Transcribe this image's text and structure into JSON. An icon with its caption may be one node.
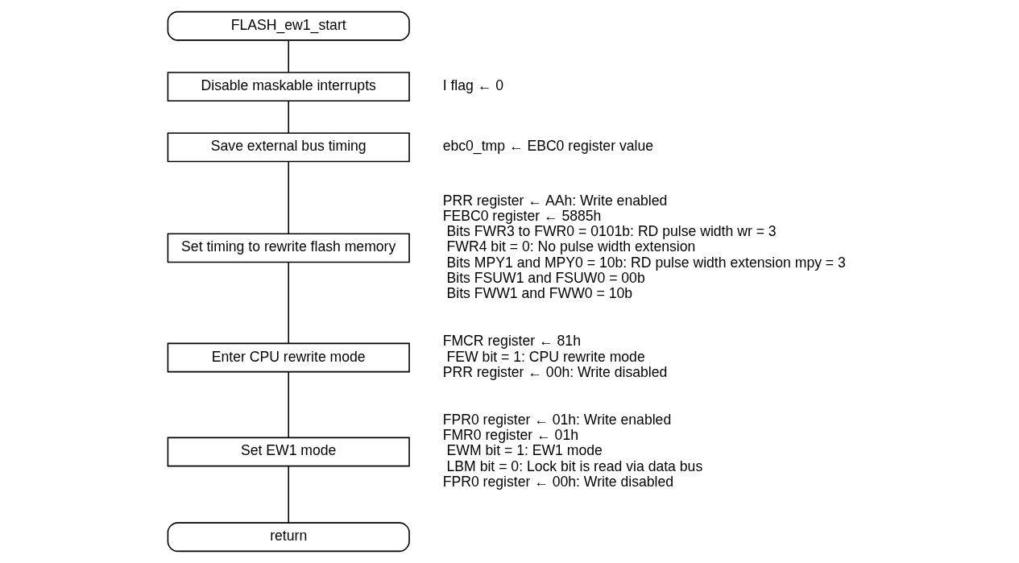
{
  "diagram": {
    "nodes": [
      {
        "text": [
          "FLASH_ew1_start"
        ]
      },
      {
        "text": [
          "Disable maskable interrupts"
        ],
        "beside": [
          "I flag ← 0"
        ]
      },
      {
        "text": [
          "Save external bus timing"
        ],
        "beside": [
          "ebc0_tmp ← EBC0 register value"
        ]
      },
      {
        "text": [
          "Set timing to rewrite flash memory"
        ],
        "beside": [
          "PRR register ← AAh: Write enabled",
          "FEBC0 register ← 5885h",
          "Bits FWR3 to FWR0 = 0101b: RD pulse width wr = 3",
          "FWR4 bit = 0: No pulse width extension",
          "Bits MPY1 and MPY0 = 10b: RD pulse width extension mpy = 3",
          "Bits FSUW1 and FSUW0 = 00b",
          "Bits FWW1 and FWW0 = 10b"
        ]
      },
      {
        "text": [
          "Enter CPU rewrite mode"
        ],
        "beside": [
          "FMCR register ← 81h",
          "FEW bit = 1: CPU rewrite mode",
          "PRR register ← 00h: Write disabled"
        ]
      },
      {
        "text": [
          "Set EW1 mode"
        ],
        "beside": [
          "FPR0 register ← 01h: Write enabled",
          "FMR0 register ← 01h",
          "EWM bit = 1: EW1 mode",
          "LBM bit = 0: Lock bit is read via data bus",
          "FPR0 register ← 00h: Write disabled"
        ]
      },
      {
        "text": [
          "return"
        ]
      }
    ],
    "edges": [
      {
        "from": 0,
        "to": 1,
        "arrow": "none"
      },
      {
        "from": 1,
        "to": 2,
        "arrow": "none"
      },
      {
        "from": 2,
        "to": 3,
        "arrow": "none"
      },
      {
        "from": 3,
        "to": 4,
        "arrow": "none"
      },
      {
        "from": 4,
        "to": 5,
        "arrow": "none"
      },
      {
        "from": 5,
        "to": 6,
        "arrow": "none"
      }
    ]
  }
}
